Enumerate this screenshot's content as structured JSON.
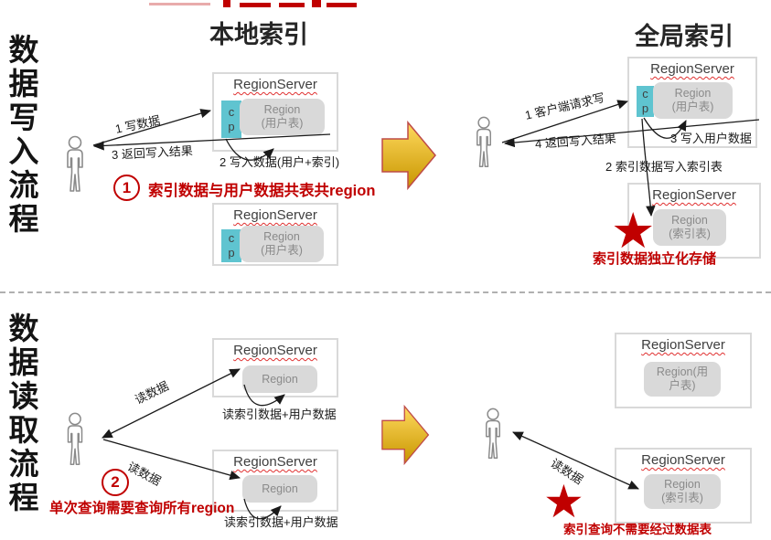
{
  "colors": {
    "accent_red": "#C00000",
    "cp_fill": "#5FC4D0",
    "region_fill": "#D9D9D9",
    "gold_fill_top": "#FFD95E",
    "gold_fill_bottom": "#C89600",
    "gold_border": "#BE4B48",
    "box_border": "#D9D9D9"
  },
  "row_labels": {
    "write": "数据写入流程",
    "read": "数据读取流程"
  },
  "column_titles": {
    "local": "本地索引",
    "global": "全局索引"
  },
  "write_local": {
    "server1": {
      "title": "RegionServer",
      "cp": "c\np",
      "region": "Region\n(用户表)"
    },
    "server2": {
      "title": "RegionServer",
      "cp": "c\np",
      "region": "Region\n(用户表)"
    },
    "arrow1": "1 写数据",
    "arrow2": "2 写入数据(用户+索引)",
    "arrow3": "3 返回写入结果",
    "note_number": "1",
    "note": "索引数据与用户数据共表共region"
  },
  "write_global": {
    "server1": {
      "title": "RegionServer",
      "cp": "c\np",
      "region": "Region\n(用户表)"
    },
    "server2": {
      "title": "RegionServer",
      "region": "Region\n(索引表)"
    },
    "arrow1": "1 客户端请求写",
    "arrow2": "2 索引数据写入索引表",
    "arrow3": "3 写入用户数据",
    "arrow4": "4 返回写入结果",
    "note": "索引数据独立化存储"
  },
  "read_local": {
    "server1": {
      "title": "RegionServer",
      "region": "Region"
    },
    "server2": {
      "title": "RegionServer",
      "region": "Region"
    },
    "arrow_top": "读数据",
    "arrow_bottom": "读数据",
    "sub_label1": "读索引数据+用户数据",
    "sub_label2": "读索引数据+用户数据",
    "note_number": "2",
    "note": "单次查询需要查询所有region"
  },
  "read_global": {
    "server1": {
      "title": "RegionServer",
      "region": "Region(用\n户表)"
    },
    "server2": {
      "title": "RegionServer",
      "region": "Region\n(索引表)"
    },
    "arrow": "读数据",
    "note": "索引查询不需要经过数据表"
  }
}
